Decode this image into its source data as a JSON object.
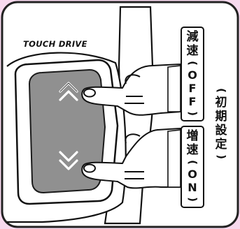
{
  "brand_label": "TOUCH DRIVE",
  "decelerate_label": {
    "kanji": [
      "減",
      "速"
    ],
    "paren_open": "(",
    "latin": [
      "O",
      "F",
      "F"
    ],
    "paren_close": ")"
  },
  "accelerate_label": {
    "kanji": [
      "増",
      "速"
    ],
    "paren_open": "(",
    "latin": [
      "O",
      "N"
    ],
    "paren_close": ")"
  },
  "default_note": {
    "paren_open": "(",
    "kanji": [
      "初",
      "期",
      "設",
      "定"
    ],
    "paren_close": ")"
  },
  "icons": {
    "up": "double-chevron-up-icon",
    "down": "double-chevron-down-icon"
  },
  "colors": {
    "background": "#f7d9ee",
    "frame_border": "#222222",
    "panel_fill": "#ffffff",
    "button_fill": "#909090",
    "button_border": "#1a1a1a",
    "label_border": "#111111",
    "hand_fill": "#ffffff",
    "outline": "#111111"
  }
}
